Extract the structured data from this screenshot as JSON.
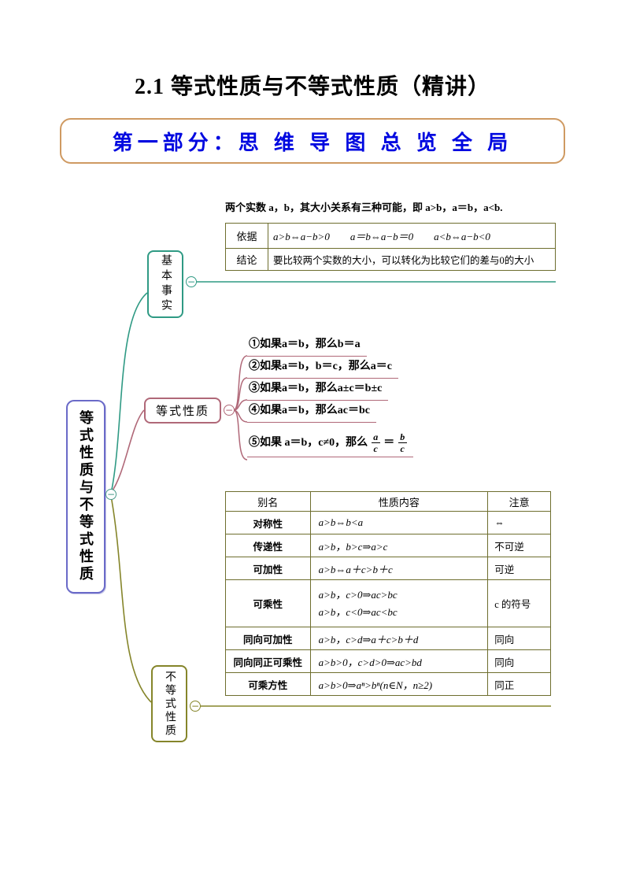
{
  "page": {
    "title": "2.1 等式性质与不等式性质（精讲）"
  },
  "banner": {
    "label": "第一部分：思 维 导 图 总 览 全 局"
  },
  "colors": {
    "banner_border": "#cf9a62",
    "banner_text": "#0008e0",
    "central_node_border": "#6a6ac8",
    "branch_basic_facts": "#2f9a84",
    "branch_equation": "#b06878",
    "branch_inequality": "#85852a",
    "table_border": "#6e6e2e"
  },
  "mindmap": {
    "collapse_glyph": "−",
    "central": {
      "label": "等式性质与不等式性质"
    },
    "branches": {
      "basic_facts": {
        "label": "基本事实"
      },
      "equation": {
        "label": "等式性质"
      },
      "inequality": {
        "label": "不等式性质"
      }
    }
  },
  "basic_facts": {
    "intro": "两个实数 a，b，其大小关系有三种可能，即 a>b，a＝b，a<b.",
    "table": {
      "rows": [
        {
          "label": "依据",
          "content": "a>b⇔a−b>0　　a＝b⇔a−b＝0　　a<b⇔a−b<0"
        },
        {
          "label": "结论",
          "content": "要比较两个实数的大小，可以转化为比较它们的差与0的大小"
        }
      ]
    }
  },
  "equation_properties": {
    "items": [
      "①如果a＝b，那么b＝a",
      "②如果a＝b，b＝c，那么a＝c",
      "③如果a＝b，那么a±c＝b±c",
      "④如果a＝b，那么ac＝bc"
    ],
    "item5": {
      "prefix": "⑤如果 a＝b，c≠0，那么",
      "frac1_num": "a",
      "frac1_den": "c",
      "equals": "＝",
      "frac2_num": "b",
      "frac2_den": "c"
    }
  },
  "inequality_table": {
    "headers": [
      "别名",
      "性质内容",
      "注意"
    ],
    "rows": [
      {
        "alias": "对称性",
        "content": "a>b⇔b<a",
        "note": "⇔"
      },
      {
        "alias": "传递性",
        "content": "a>b，b>c⇒a>c",
        "note": "不可逆"
      },
      {
        "alias": "可加性",
        "content": "a>b⇔a＋c>b＋c",
        "note": "可逆"
      },
      {
        "alias": "可乘性",
        "content_line1": "a>b，c>0⇒ac>bc",
        "content_line2": "a>b，c<0⇒ac<bc",
        "note": "c 的符号"
      },
      {
        "alias": "同向可加性",
        "content": "a>b，c>d⇒a＋c>b＋d",
        "note": "同向"
      },
      {
        "alias": "同向同正可乘性",
        "content": "a>b>0，c>d>0⇒ac>bd",
        "note": "同向"
      },
      {
        "alias": "可乘方性",
        "content": "a>b>0⇒aⁿ>bⁿ(n∈N，n≥2)",
        "note": "同正"
      }
    ]
  }
}
